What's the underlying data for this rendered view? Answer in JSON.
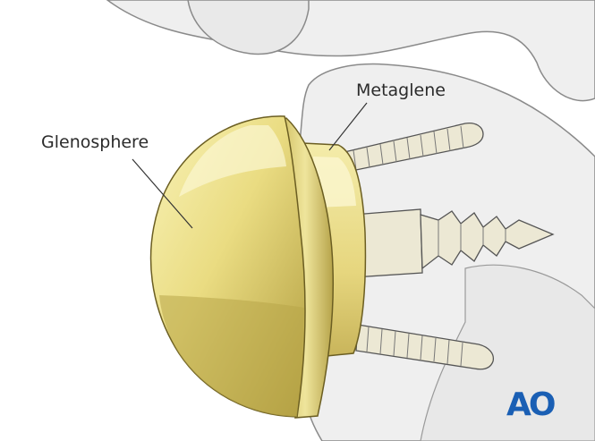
{
  "labels": {
    "glenosphere": "Glenosphere",
    "metaglene": "Metaglene"
  },
  "logo": {
    "text": "AO"
  },
  "colors": {
    "bone_fill": "#efefef",
    "bone_stroke": "#8a8a8a",
    "implant_light": "#f6efa6",
    "implant_mid": "#e3d277",
    "implant_dark": "#b8a548",
    "screw_fill": "#ece8d4",
    "line": "#333333",
    "logo": "#1a5fb4"
  }
}
